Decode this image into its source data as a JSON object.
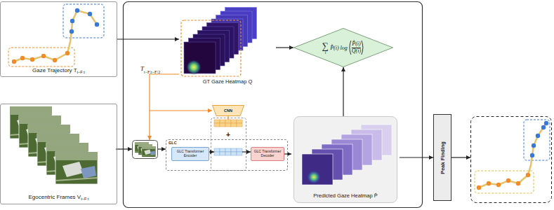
{
  "diagram": {
    "nodes": [
      {
        "text": [
          "Gaze Trajectory T",
          "t−F:t"
        ]
      },
      {
        "text": [
          "Egocentric Frames V",
          "t−F:t"
        ]
      },
      {
        "text": [
          "GT Gaze Heatmap Q"
        ]
      },
      {
        "text": [
          "∑",
          "i",
          "P̂(i) log",
          "P̂(i)",
          "Q(i)"
        ]
      },
      {
        "text": [
          "CNN"
        ]
      },
      {
        "text": [
          "GLC"
        ]
      },
      {
        "text": [
          "GLC Transformer Encoder"
        ],
        "in": 5
      },
      {
        "text": [
          "GLC Transformer Decoder"
        ],
        "in": 5
      },
      {
        "text": [
          "Predicted Gaze Heatmap P̂"
        ]
      },
      {
        "text": [
          "Peak Finding"
        ]
      }
    ],
    "edges": [
      {
        "from": 0,
        "to": 2,
        "arrow": "to"
      },
      {
        "from": 2,
        "to": 3,
        "arrow": "to"
      },
      {
        "from": 2,
        "to": 4,
        "arrow": "to"
      },
      {
        "from": 7,
        "to": 8,
        "arrow": "to"
      },
      {
        "from": 8,
        "to": 3,
        "arrow": "to"
      },
      {
        "from": 8,
        "to": 9,
        "arrow": "to"
      }
    ],
    "labels": [
      "T",
      "t−F:t−F/2",
      "+"
    ]
  }
}
